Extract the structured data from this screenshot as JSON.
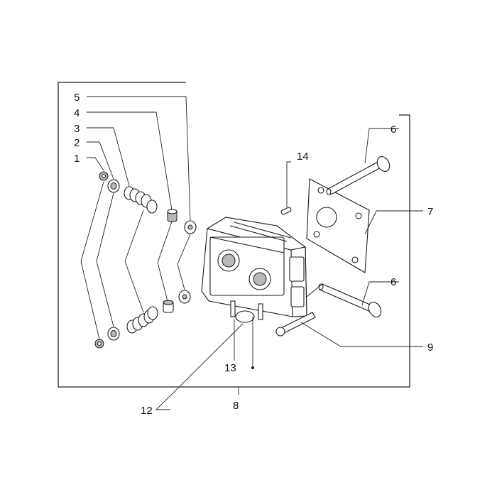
{
  "callouts": {
    "c1": "1",
    "c2": "2",
    "c3": "3",
    "c4": "4",
    "c5": "5",
    "c6a": "6",
    "c6b": "6",
    "c7": "7",
    "c8": "8",
    "c9": "9",
    "c12": "12",
    "c13": "13",
    "c14": "14"
  }
}
